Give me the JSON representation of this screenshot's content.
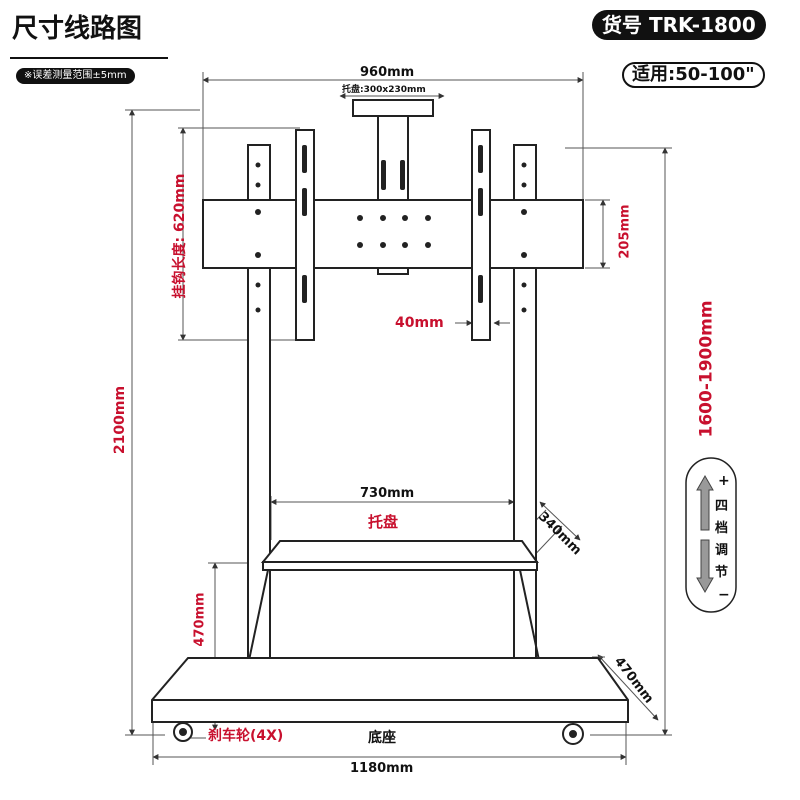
{
  "header": {
    "title": "尺寸线路图",
    "error_note": "※误差测量范围±5mm",
    "item_number": "货号 TRK-1800",
    "applicable": "适用:50-100\""
  },
  "dimensions": {
    "total_width": "960mm",
    "bracket_tray": "托盘:300x230mm",
    "hook_length": "挂钩长度: 620mm",
    "bar_height": "205mm",
    "hook_spacing": "40mm",
    "total_height": "2100mm",
    "adjust_range": "1600-1900mm",
    "tray_width": "730mm",
    "tray_depth": "340mm",
    "tray_label": "托盘",
    "tray_height": "470mm",
    "base_depth": "470mm",
    "brake_wheel": "刹车轮(4X)",
    "base_label": "底座",
    "base_width": "1180mm"
  },
  "adjust_badge": {
    "plus": "+",
    "chars": [
      "四",
      "档",
      "调",
      "节"
    ],
    "minus": "−"
  }
}
